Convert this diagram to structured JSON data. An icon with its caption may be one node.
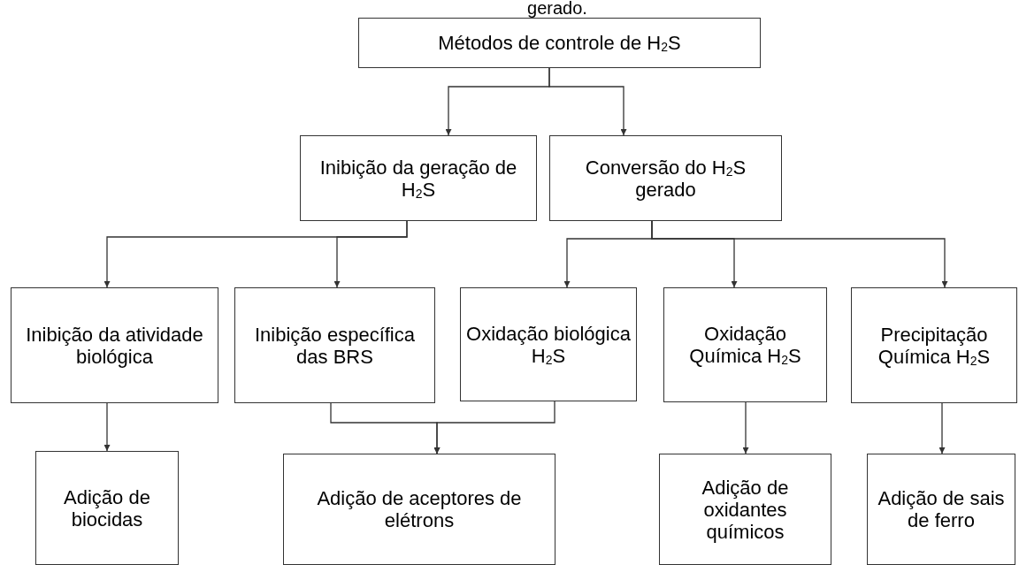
{
  "diagram": {
    "nodes": [
      {
        "text": [
          "Métodos de controle de H$_{2}$S"
        ]
      },
      {
        "text": [
          "Inibição da geração de H$_{2}$S"
        ]
      },
      {
        "text": [
          "Conversão do H$_{2}$S gerado"
        ]
      },
      {
        "text": [
          "Inibição da atividade biológica"
        ]
      },
      {
        "text": [
          "Inibição específica das BRS"
        ]
      },
      {
        "text": [
          "Oxidação biológica H$_{2}$S"
        ]
      },
      {
        "text": [
          "Oxidação Química H$_{2}$S"
        ]
      },
      {
        "text": [
          "Precipitação Química H$_{2}$S"
        ]
      },
      {
        "text": [
          "Adição de biocidas"
        ]
      },
      {
        "text": [
          "Adição de aceptores de elétrons"
        ]
      },
      {
        "text": [
          "Adição de oxidantes químicos"
        ]
      },
      {
        "text": [
          "Adição de sais de ferro"
        ]
      }
    ],
    "edges": [
      {
        "from": 0,
        "to": 1,
        "arrow": "to"
      },
      {
        "from": 0,
        "to": 2,
        "arrow": "to"
      },
      {
        "from": 1,
        "to": 3,
        "arrow": "to"
      },
      {
        "from": 1,
        "to": 4,
        "arrow": "to"
      },
      {
        "from": 2,
        "to": 5,
        "arrow": "to"
      },
      {
        "from": 2,
        "to": 6,
        "arrow": "to"
      },
      {
        "from": 2,
        "to": 7,
        "arrow": "to"
      },
      {
        "from": 3,
        "to": 8,
        "arrow": "to"
      },
      {
        "from": 4,
        "to": 9,
        "arrow": "to"
      },
      {
        "from": 5,
        "to": 9,
        "arrow": "to"
      },
      {
        "from": 6,
        "to": 10,
        "arrow": "to"
      },
      {
        "from": 7,
        "to": 11,
        "arrow": "to"
      }
    ],
    "labels": [
      "gerado."
    ]
  }
}
